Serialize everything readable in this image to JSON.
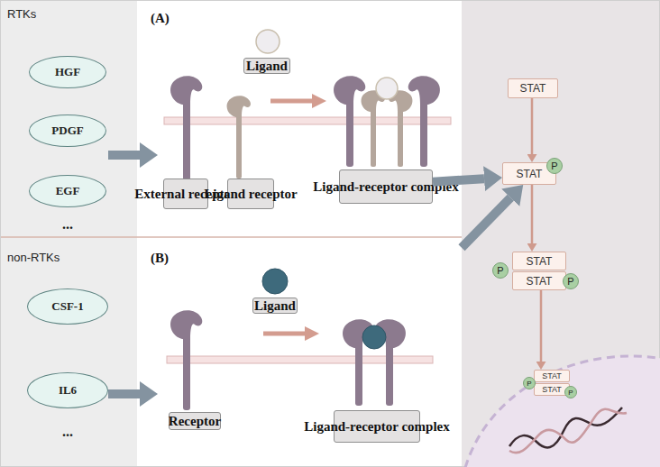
{
  "diagram": {
    "nodes": [
      {
        "text": [
          "RTKs"
        ]
      },
      {
        "text": [
          "HGF"
        ],
        "in": 0
      },
      {
        "text": [
          "PDGF"
        ],
        "in": 0
      },
      {
        "text": [
          "EGF"
        ],
        "in": 0
      },
      {
        "text": [
          "non-RTKs"
        ]
      },
      {
        "text": [
          "CSF-1"
        ],
        "in": 4
      },
      {
        "text": [
          "IL6"
        ],
        "in": 4
      },
      {
        "text": [
          "(A)"
        ]
      },
      {
        "text": [
          "Ligand"
        ],
        "in": 7
      },
      {
        "text": [
          "External receptor"
        ],
        "in": 7
      },
      {
        "text": [
          "Ligand receptor"
        ],
        "in": 7
      },
      {
        "text": [
          "Ligand-receptor complex"
        ],
        "in": 7
      },
      {
        "text": [
          "(B)"
        ]
      },
      {
        "text": [
          "Ligand"
        ],
        "in": 12
      },
      {
        "text": [
          "Receptor"
        ],
        "in": 12
      },
      {
        "text": [
          "Ligand-receptor complex"
        ],
        "in": 12
      },
      {
        "text": [
          "STAT"
        ]
      },
      {
        "text": [
          "STAT"
        ]
      },
      {
        "text": [
          "P"
        ],
        "in": 17
      },
      {
        "text": [
          "STAT"
        ]
      },
      {
        "text": [
          "STAT"
        ]
      },
      {
        "text": [
          "P"
        ]
      },
      {
        "text": [
          "P"
        ]
      },
      {
        "text": [
          "STAT"
        ]
      },
      {
        "text": [
          "STAT"
        ]
      },
      {
        "text": [
          "P"
        ]
      },
      {
        "text": [
          "P"
        ]
      }
    ],
    "edges": [
      {
        "from": 0,
        "to": 7,
        "arrow": "to"
      },
      {
        "from": 4,
        "to": 12,
        "arrow": "to"
      },
      {
        "from": 11,
        "to": 17,
        "arrow": "to"
      },
      {
        "from": 12,
        "to": 17,
        "arrow": "to"
      },
      {
        "from": 16,
        "to": 17,
        "arrow": "to"
      },
      {
        "from": 17,
        "to": 19,
        "arrow": "to"
      },
      {
        "from": 20,
        "to": 23,
        "arrow": "to"
      }
    ],
    "labels": [
      "...",
      "..."
    ]
  }
}
